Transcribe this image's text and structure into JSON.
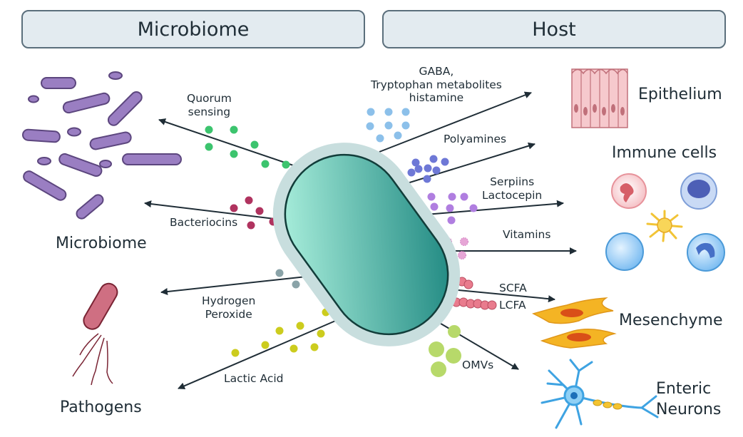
{
  "headers": {
    "microbiome": "Microbiome",
    "host": "Host"
  },
  "messages": {
    "quorum": [
      "Quorum",
      "sensing"
    ],
    "bacteriocins": "Bacteriocins",
    "hydrogen": [
      "Hydrogen",
      "Peroxide"
    ],
    "lactic": "Lactic Acid",
    "gaba": [
      "GABA,",
      "Tryptophan metabolites",
      "histamine"
    ],
    "polyamines": "Polyamines",
    "serpiins": [
      "Serpiins",
      "Lactocepin"
    ],
    "vitamins": "Vitamins",
    "scfa": "SCFA",
    "lcfa": "LCFA",
    "omvs": "OMVs"
  },
  "targets": {
    "microbiome": "Microbiome",
    "pathogens": "Pathogens",
    "epithelium": "Epithelium",
    "immune": "Immune cells",
    "mesenchyme": "Mesenchyme",
    "enteric": [
      "Enteric",
      "Neurons"
    ]
  },
  "colors": {
    "quorum": "#3cc46e",
    "bacteriocins": "#b0335f",
    "hydrogen": "#8aa3a8",
    "lactic": "#cccc1e",
    "gaba": "#8cc0ea",
    "polyamines": "#6e78d6",
    "serpiins": "#b07ee0",
    "vitamins": "#e6a6d6",
    "scfa": "#e97b8d",
    "omvs": "#b7d96a",
    "rod": "#9a7ec2",
    "pathogen": "#cf6f82",
    "core_top": "#b6f8e4",
    "core_bottom": "#14807a"
  }
}
